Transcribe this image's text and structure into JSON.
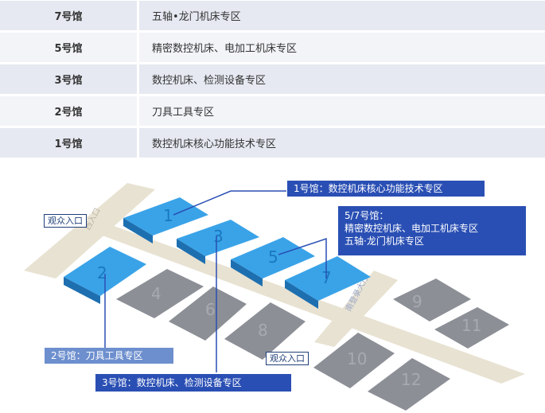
{
  "hall_table": [
    {
      "hall": "7号馆",
      "zone": "五轴•龙门机床专区"
    },
    {
      "hall": "5号馆",
      "zone": "精密数控机床、电加工机床专区"
    },
    {
      "hall": "3号馆",
      "zone": "数控机床、检测设备专区"
    },
    {
      "hall": "2号馆",
      "zone": "刀具工具专区"
    },
    {
      "hall": "1号馆",
      "zone": "数控机床核心功能技术专区"
    }
  ],
  "map": {
    "halls_blue": [
      {
        "number": "1"
      },
      {
        "number": "3"
      },
      {
        "number": "5"
      },
      {
        "number": "7"
      },
      {
        "number": "2"
      }
    ],
    "halls_gray": [
      {
        "number": "4"
      },
      {
        "number": "6"
      },
      {
        "number": "8"
      },
      {
        "number": "9"
      },
      {
        "number": "11"
      },
      {
        "number": "10"
      },
      {
        "number": "12"
      }
    ],
    "entrances": {
      "west": "观众入口",
      "south": "观众入口"
    },
    "gate_labels": {
      "west": "西入口",
      "south": "南登录大厅"
    },
    "callouts": {
      "hall1": "1号馆：数控机床核心功能技术专区",
      "hall57_title": "5/7号馆：",
      "hall57_line1": "精密数控机床、电加工机床专区",
      "hall57_line2": "五轴·龙门机床专区",
      "hall2": "2号馆：刀具工具专区",
      "hall3": "3号馆：数控机床、检测设备专区"
    },
    "colors": {
      "blue_hall": "#2c8fd6",
      "blue_hall_top": "#3aa3e8",
      "gray_hall": "#8c8f96",
      "road": "#e8e2d2",
      "callout_dark": "#2a4fb4",
      "callout_light": "#6d8fce",
      "leader": "#2a4fb4"
    }
  }
}
